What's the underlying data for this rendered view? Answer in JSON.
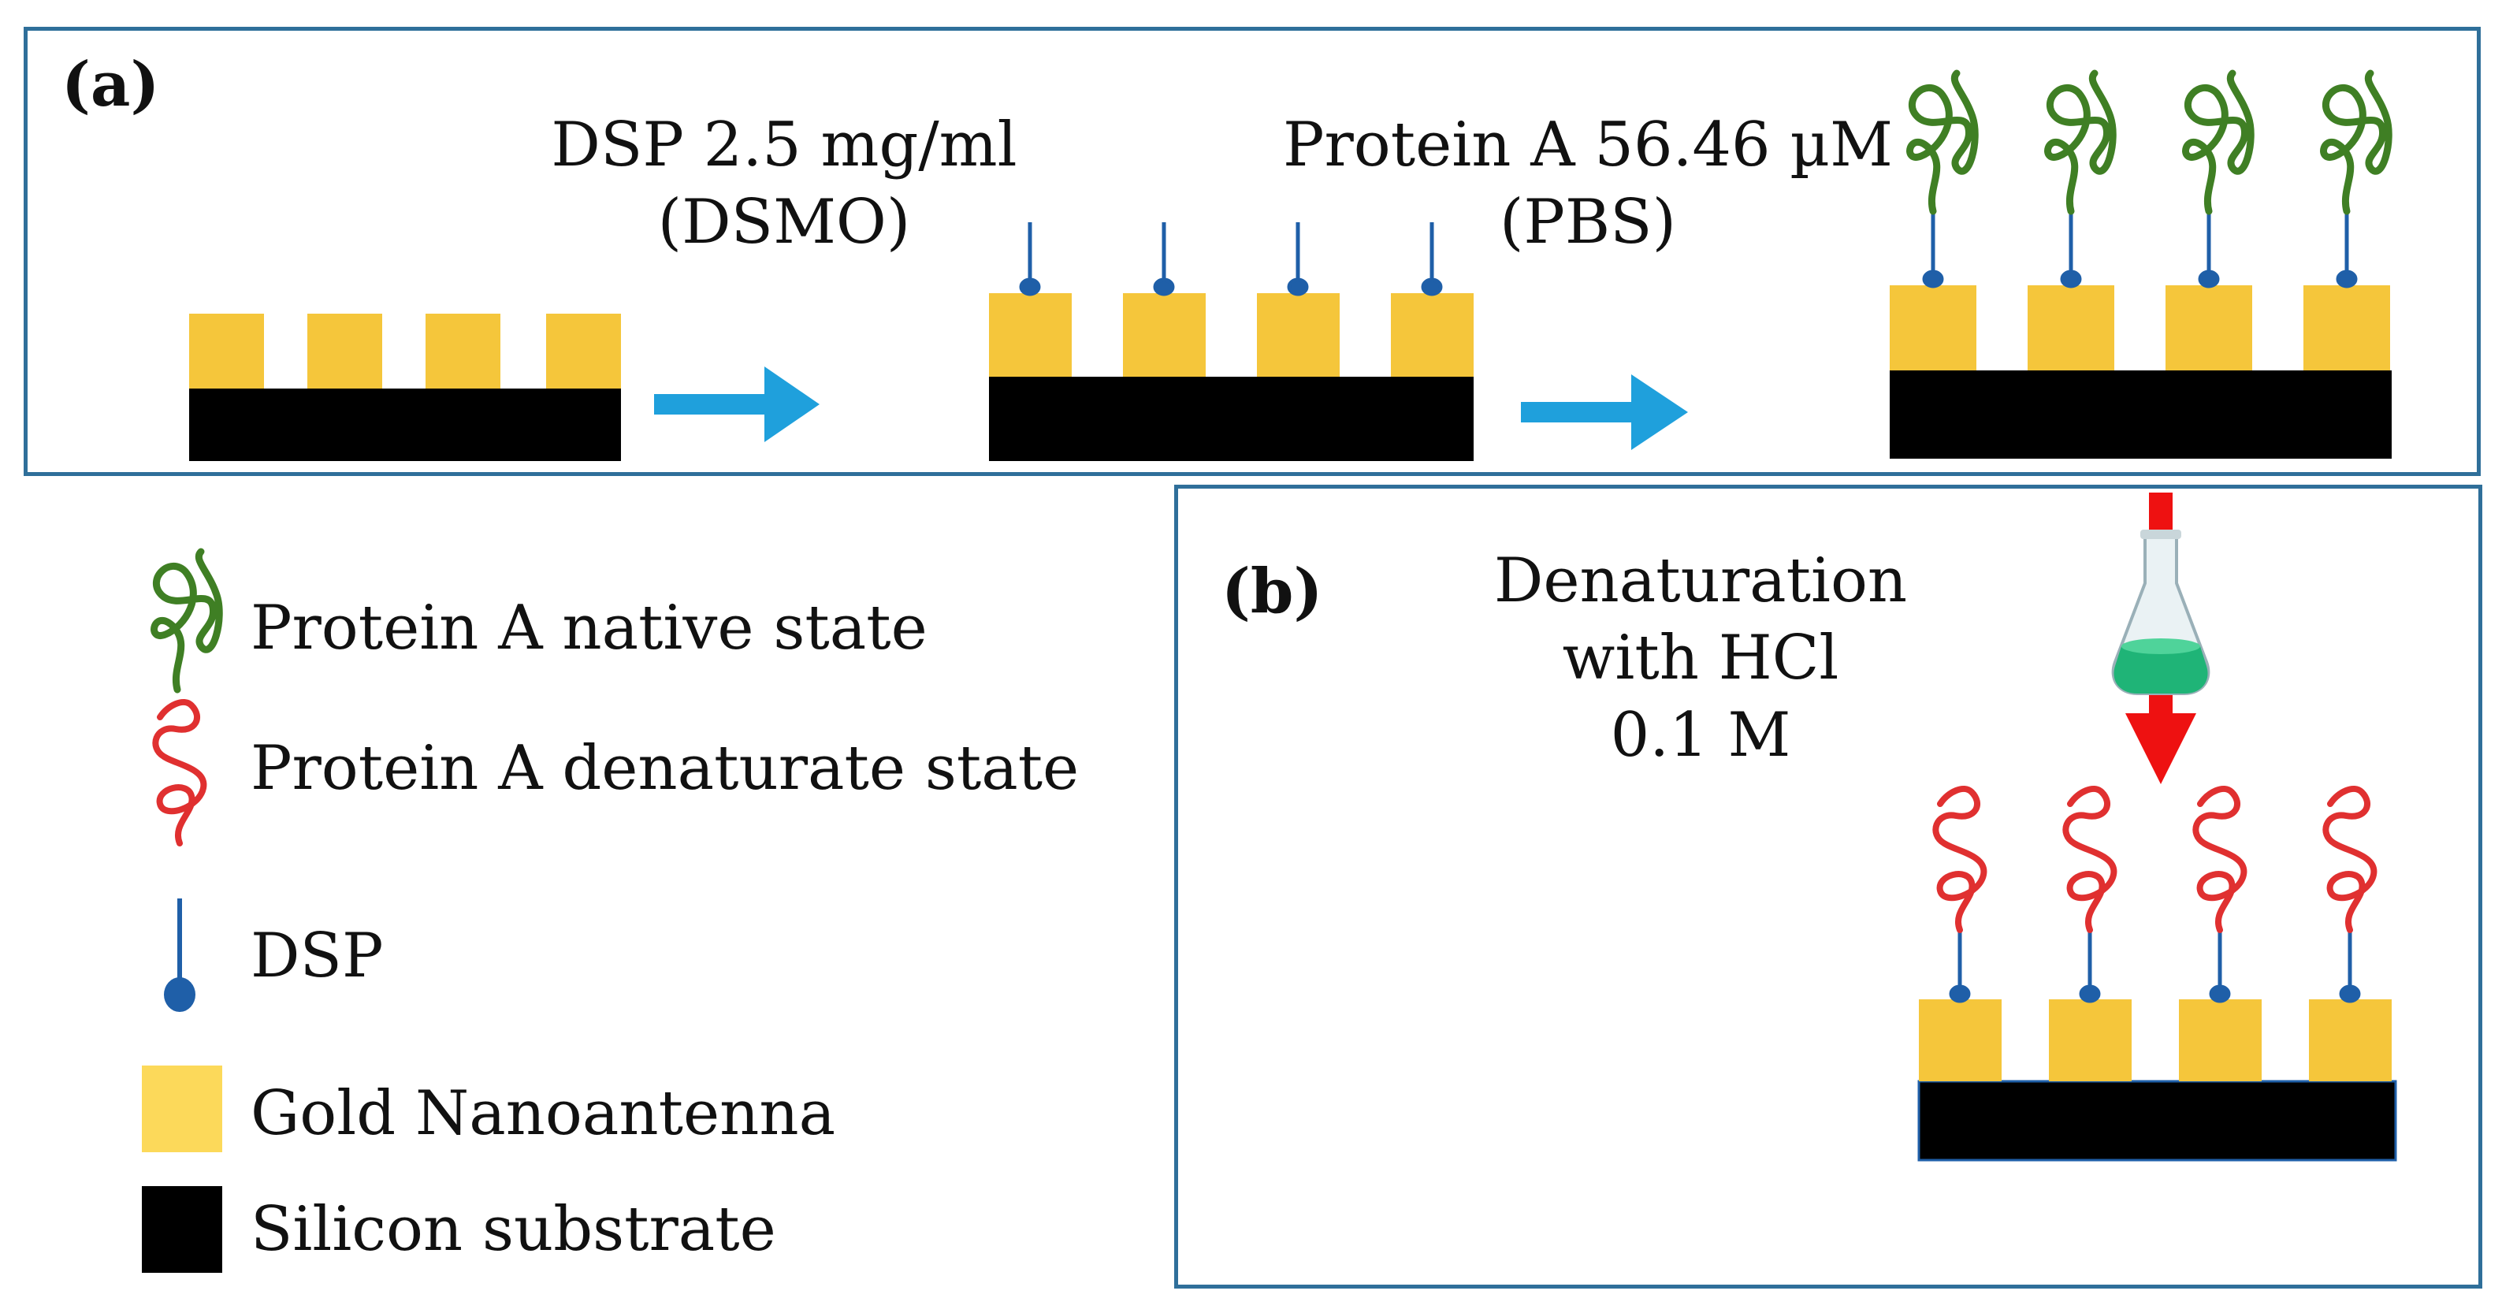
{
  "panel_a": {
    "label": "(a)",
    "step1": {
      "line1": "DSP 2.5 mg/ml",
      "line2": "(DSMO)"
    },
    "step2": {
      "line1": "Protein A 56.46 µM",
      "line2": "(PBS)"
    }
  },
  "panel_b": {
    "label": "(b)",
    "step": {
      "line1": "Denaturation",
      "line2": "with HCl",
      "line3": "0.1 M"
    }
  },
  "legend": {
    "items": [
      {
        "label": "Protein A native state",
        "icon": "protein-native-icon"
      },
      {
        "label": "Protein A denaturate state",
        "icon": "protein-denatured-icon"
      },
      {
        "label": "DSP",
        "icon": "dsp-linker-icon"
      },
      {
        "label": "Gold Nanoantenna",
        "icon": "gold-square-icon"
      },
      {
        "label": "Silicon substrate",
        "icon": "silicon-square-icon"
      }
    ]
  },
  "colors": {
    "gold": "#f5c63b",
    "substrate": "#000000",
    "dsp": "#1f5fa8",
    "native_protein": "#3f7f24",
    "denatured_protein": "#e03030",
    "arrow_blue": "#1fa0dc",
    "arrow_red": "#ee1111",
    "border": "#2f6f9a"
  }
}
